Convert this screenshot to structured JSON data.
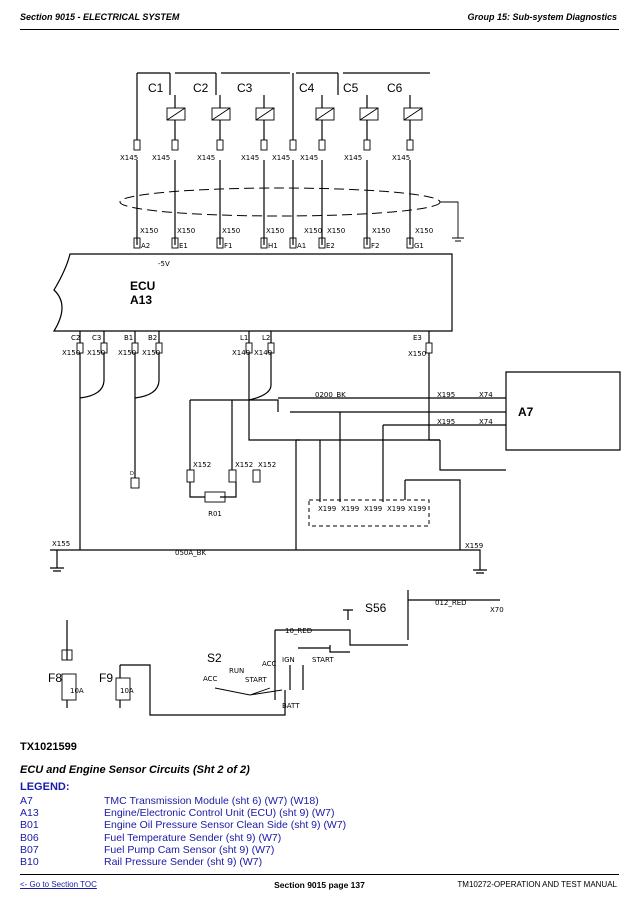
{
  "header": {
    "section": "Section 9015 - ELECTRICAL SYSTEM",
    "group": "Group 15: Sub-system Diagnostics"
  },
  "diagram": {
    "ecu_name": "ECU",
    "ecu_id": "A13",
    "ecu_voltage": "-5V",
    "module_a7": "A7",
    "sensors_top": [
      "C1",
      "C2",
      "C3",
      "C4",
      "C5",
      "C6"
    ],
    "connector_x145": "X145",
    "connector_x150": "X150",
    "connector_x149": "X149",
    "connector_x152": "X152",
    "connector_x199": "X199",
    "connector_x155": "X155",
    "connector_x159": "X159",
    "connector_x195": "X195",
    "connector_x70": "X70",
    "connector_x74": "X74",
    "top_pins": [
      "A2",
      "E1",
      "F1",
      "H1",
      "A1",
      "E2",
      "F2",
      "G1"
    ],
    "bottom_pins": [
      "C2",
      "C3",
      "B1",
      "B2",
      "L1",
      "L2",
      "E3"
    ],
    "switch_s2": "S2",
    "switch_s56": "S56",
    "key_positions": [
      "ACC",
      "RUN",
      "START"
    ],
    "fuse_f8": "F8",
    "fuse_f9": "F9",
    "fuse_f8_rating": "10A",
    "fuse_f9_rating": "10A",
    "resistor_r01": "R01",
    "batt_label": "BATT",
    "ign_label": "IGN",
    "start_label": "START",
    "wire_0200": "0200_BK",
    "wire_050a": "050A_BK",
    "wire_012": "012_RED",
    "wire_10": "10_RED"
  },
  "figure": {
    "id": "TX1021599",
    "title": "ECU and Engine Sensor Circuits (Sht 2 of 2)"
  },
  "legend": {
    "title": "LEGEND:",
    "items": [
      {
        "code": "A7",
        "desc": "TMC Transmission Module (sht 6) (W7) (W18)"
      },
      {
        "code": "A13",
        "desc": "Engine/Electronic Control Unit (ECU) (sht 9) (W7)"
      },
      {
        "code": "B01",
        "desc": "Engine Oil Pressure Sensor Clean Side (sht 9) (W7)"
      },
      {
        "code": "B06",
        "desc": "Fuel Temperature Sender (sht 9) (W7)"
      },
      {
        "code": "B07",
        "desc": "Fuel Pump Cam Sensor (sht 9) (W7)"
      },
      {
        "code": "B10",
        "desc": "Rail Pressure Sender (sht 9) (W7)"
      }
    ]
  },
  "footer": {
    "toc_link": "<- Go to Section TOC",
    "page": "Section 9015 page 137",
    "manual": "TM10272-OPERATION AND TEST MANUAL"
  }
}
